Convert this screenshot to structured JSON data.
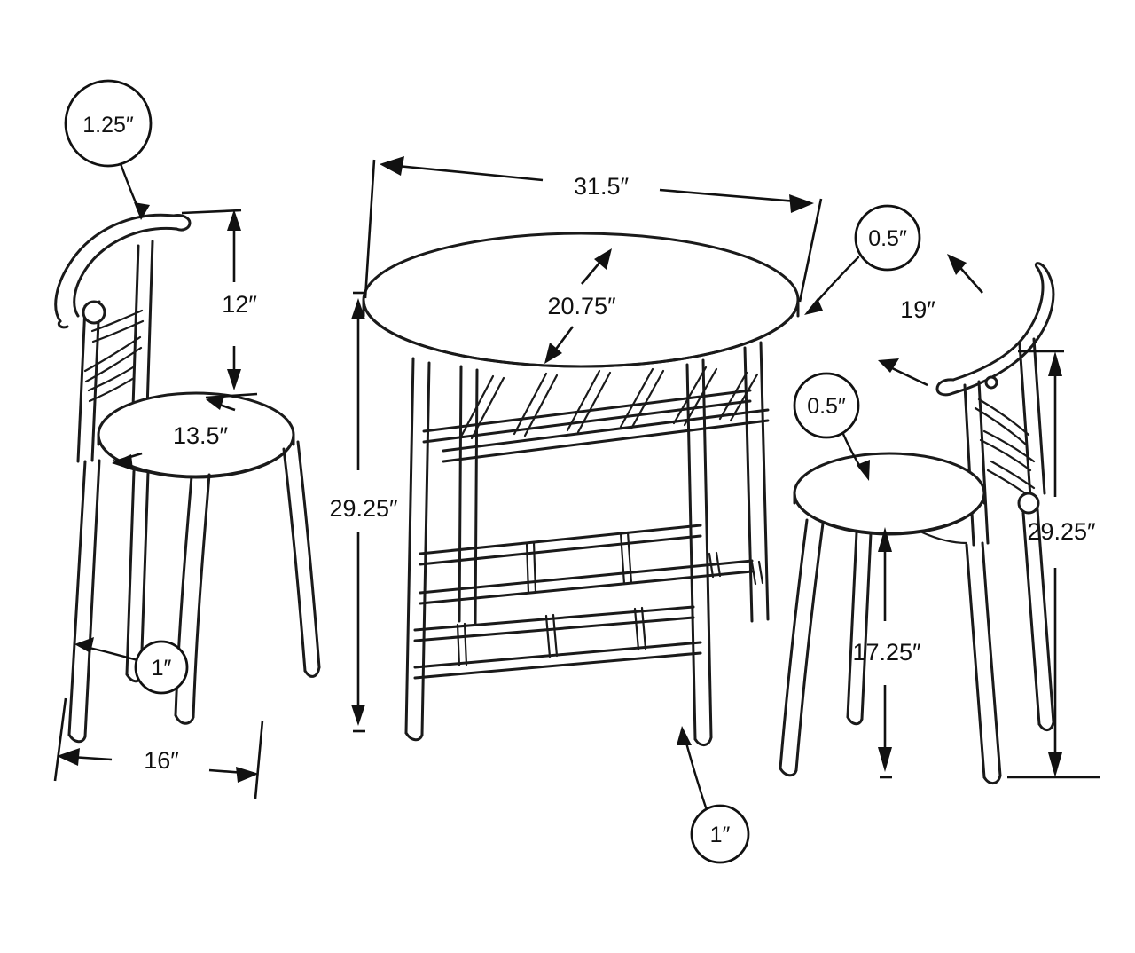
{
  "diagram": {
    "title": "3-Piece Dining Set Dimension Drawing",
    "units": "inches",
    "line_color": "#1a1a1a",
    "background_color": "#ffffff"
  },
  "dimensions": {
    "left_chair": {
      "tube_diameter": "1.25″",
      "backrest_height_above_seat": "12″",
      "seat_diameter": "13.5″",
      "leg_diameter": "1″",
      "base_width": "16″"
    },
    "table": {
      "top_length": "31.5″",
      "top_width": "20.75″",
      "top_thickness": "0.5″",
      "height": "29.25″",
      "leg_diameter": "1″"
    },
    "right_chair": {
      "seat_thickness": "0.5″",
      "backrest_width": "19″",
      "overall_height": "29.25″",
      "seat_height": "17.25″"
    }
  },
  "labels": {
    "l_tube": "1.25″",
    "l_back": "12″",
    "l_seat": "13.5″",
    "l_leg": "1″",
    "l_base": "16″",
    "t_length": "31.5″",
    "t_width": "20.75″",
    "t_thick": "0.5″",
    "t_height": "29.25″",
    "t_leg": "1″",
    "r_seatthick": "0.5″",
    "r_backwidth": "19″",
    "r_height": "29.25″",
    "r_seatheight": "17.25″"
  }
}
